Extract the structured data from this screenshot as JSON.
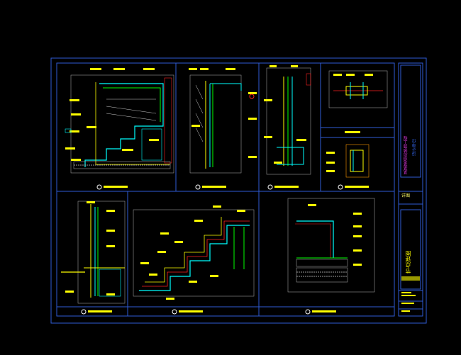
{
  "drawing": {
    "detail_label_small": "详图",
    "project_name_vertical": "某某某酒店装饰工程",
    "designer_label": "设计单位",
    "sheet_title_vertical": "节点详图",
    "sheet_code": "D-01"
  },
  "colors": {
    "background": "#000000",
    "frame": "#2f5cd6",
    "yellow": "#ffff00",
    "cyan": "#00ffff",
    "green": "#00ff00",
    "white": "#ffffff",
    "red": "#ff2020",
    "magenta": "#cc33cc",
    "orange": "#ff9900",
    "gray": "#9a9a9a"
  }
}
